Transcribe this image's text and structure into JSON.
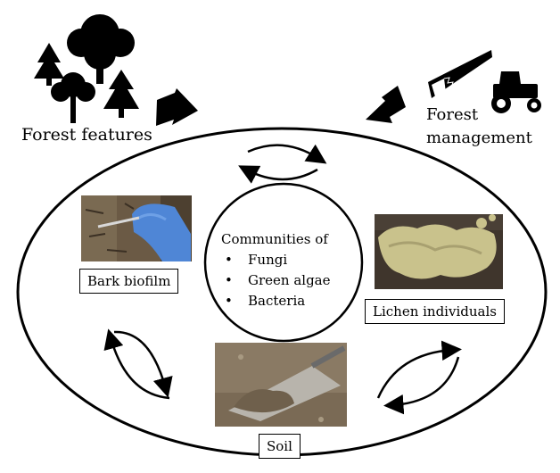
{
  "diagram": {
    "forest_features_label": "Forest features",
    "forest_management_label": [
      "Forest",
      "management"
    ],
    "center": {
      "title": "Communities of",
      "items": [
        "Fungi",
        "Green algae",
        "Bacteria"
      ]
    },
    "bark_label": "Bark biofilm",
    "lichen_label": "Lichen individuals",
    "soil_label": "Soil"
  },
  "icons": [
    "pine-tree-icon",
    "deciduous-tree-icon",
    "saw-icon",
    "tractor-icon",
    "arrow-icon",
    "cycle-arrows-icon"
  ],
  "colors": {
    "ink": "#000000",
    "glove": "#4f86d6",
    "bark": "#5a4a3a",
    "lichen": "#c9c28c",
    "soil": "#8a7a64"
  }
}
